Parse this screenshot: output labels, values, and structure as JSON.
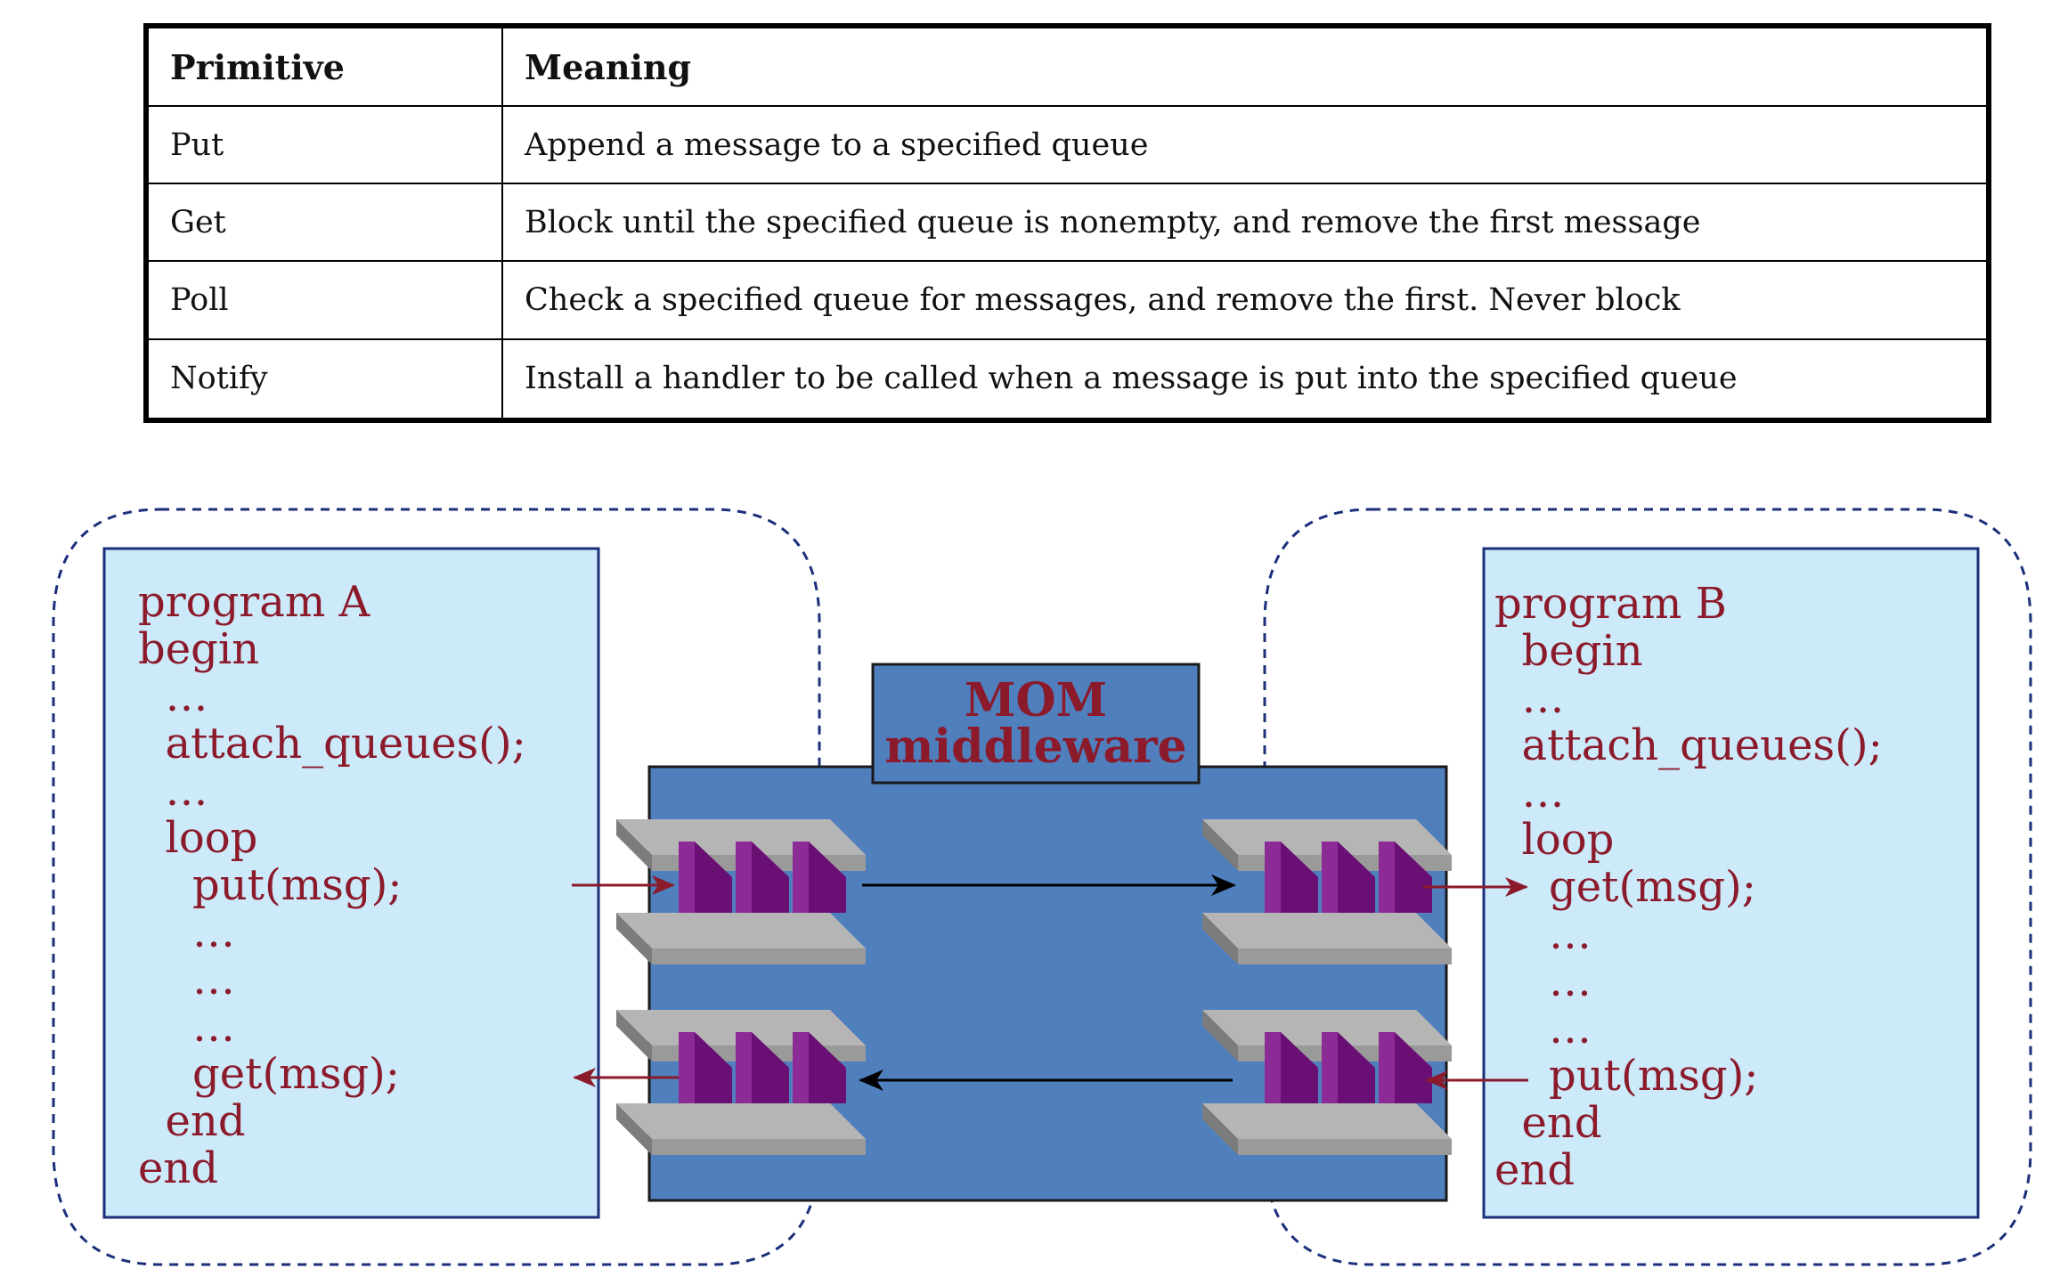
{
  "table": {
    "headers": [
      "Primitive",
      "Meaning"
    ],
    "rows": [
      {
        "primitive": "Put",
        "meaning": "Append a message to a specified queue"
      },
      {
        "primitive": "Get",
        "meaning": "Block until the specified queue is nonempty, and remove the first message"
      },
      {
        "primitive": "Poll",
        "meaning": "Check a specified queue for messages, and remove the first. Never block"
      },
      {
        "primitive": "Notify",
        "meaning": "Install a handler to be called when a message is put into the specified queue"
      }
    ]
  },
  "diagram": {
    "middleware_label": [
      "MOM",
      "middleware"
    ],
    "program_a": {
      "lines": [
        "program A",
        "begin",
        "  …",
        "  attach_queues();",
        "  …",
        "  loop",
        "    put(msg);",
        "    …",
        "    …",
        "    …",
        "    get(msg);",
        "  end",
        "end"
      ]
    },
    "program_b": {
      "lines": [
        "program B",
        "  begin",
        "  …",
        "  attach_queues();",
        "  …",
        "  loop",
        "    get(msg);",
        "    …",
        "    …",
        "    …",
        "    put(msg);",
        "  end",
        "end"
      ]
    }
  },
  "colors": {
    "program_box_fill": "#cdeafb",
    "program_box_border": "#1c2f7a",
    "program_text": "#8b1a2a",
    "mom_fill": "#4f7fbd",
    "message_fill": "#6a0f74",
    "shelf_gray": "#8e8e8e",
    "dashed_border": "#1c2f7a",
    "program_arrow": "#8b1a2a",
    "queue_arrow": "#000000"
  }
}
